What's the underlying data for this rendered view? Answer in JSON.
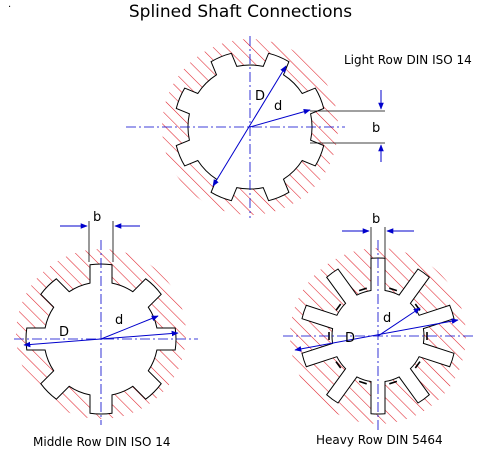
{
  "title": "Splined Shaft Connections",
  "stray_mark": "·",
  "captions": {
    "light": "Light Row DIN ISO 14",
    "middle": "Middle Row DIN ISO 14",
    "heavy": "Heavy Row DIN 5464"
  },
  "labels": {
    "outer_diameter": "D",
    "inner_diameter": "d",
    "spline_width": "b"
  },
  "colors": {
    "hatch": "#e0202a",
    "outline": "#000000",
    "dimension": "#0000cc",
    "centerline": "#0000cc"
  },
  "sections": [
    {
      "id": "light",
      "spline_count": 8
    },
    {
      "id": "middle",
      "spline_count": 8
    },
    {
      "id": "heavy",
      "spline_count": 10
    }
  ]
}
